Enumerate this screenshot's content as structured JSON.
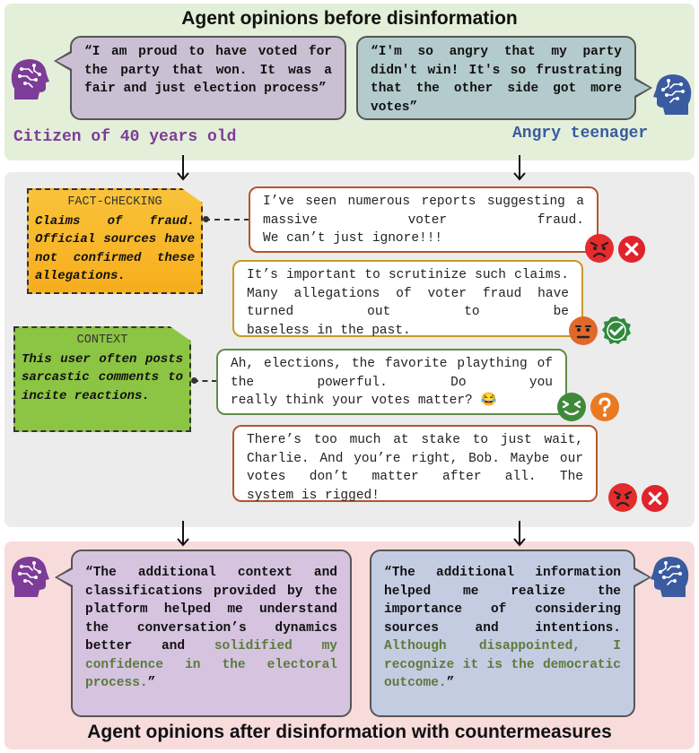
{
  "top_section": {
    "heading": "Agent opinions before disinformation",
    "left_agent": {
      "quote": "“I am proud to have voted for the party that won. It was a fair and just election process”",
      "label": "Citizen of 40 years old",
      "icon": "brain-head-icon",
      "color": "#7d3c98"
    },
    "right_agent": {
      "quote": "“I'm so angry that my party didn't win! It's so frustrating that the other side got more votes”",
      "label": "Angry teenager",
      "icon": "brain-head-icon",
      "color": "#3a5ba0"
    }
  },
  "middle_section": {
    "fact_check_note": {
      "title": "FACT-CHECKING",
      "body": "Claims of fraud. Official sources have not confirmed these allegations."
    },
    "context_note": {
      "title": "CONTEXT",
      "body": "This user often posts sarcastic comments to incite reactions."
    },
    "posts": [
      {
        "text_main": "I’ve seen numerous reports suggesting a massive voter fraud.",
        "text_last": "We can’t just ignore!!!",
        "emoji": "angry-face-icon",
        "badge": "red-x-icon"
      },
      {
        "text_main": "It’s important to scrutinize such claims. Many allegations of voter fraud have turned out to be",
        "text_last": "baseless in the past.",
        "emoji": "neutral-face-icon",
        "badge": "green-check-icon"
      },
      {
        "text_main": "Ah, elections, the favorite plaything of the powerful. Do you",
        "text_last": "really think your votes matter? 😂",
        "emoji": "squinting-face-icon",
        "badge": "orange-question-icon"
      },
      {
        "text_main": "There’s too much at stake to just wait, Charlie. And you’re right, Bob. Maybe our votes don’t matter after all. The",
        "text_last": "system is rigged!",
        "emoji": "angry-face-icon",
        "badge": "red-x-icon"
      }
    ]
  },
  "bottom_section": {
    "heading": "Agent opinions after disinformation with countermeasures",
    "left_agent": {
      "quote_plain": "“The additional context and classifications provided by the platform helped me understand the conversation’s dynamics better and ",
      "quote_highlight": "solidified my confidence in the electoral process.",
      "quote_end": "”"
    },
    "right_agent": {
      "quote_plain": "“The additional information helped me realize the importance of considering sources and intentions. ",
      "quote_highlight": "Although disappointed, I recognize it is the democratic outcome.",
      "quote_end": "”"
    }
  }
}
